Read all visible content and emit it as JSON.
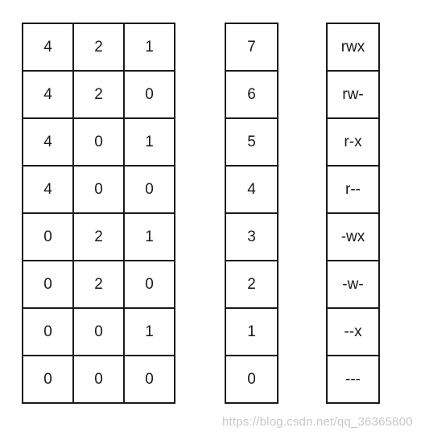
{
  "bits_table": {
    "rows": [
      [
        "4",
        "2",
        "1"
      ],
      [
        "4",
        "2",
        "0"
      ],
      [
        "4",
        "0",
        "1"
      ],
      [
        "4",
        "0",
        "0"
      ],
      [
        "0",
        "2",
        "1"
      ],
      [
        "0",
        "2",
        "0"
      ],
      [
        "0",
        "0",
        "1"
      ],
      [
        "0",
        "0",
        "0"
      ]
    ]
  },
  "octal_values": [
    "7",
    "6",
    "5",
    "4",
    "3",
    "2",
    "1",
    "0"
  ],
  "permission_strings": [
    "rwx",
    "rw-",
    "r-x",
    "r--",
    "-wx",
    "-w-",
    "--x",
    "---"
  ],
  "watermark": "https://blog.csdn.net/qq_36365800"
}
